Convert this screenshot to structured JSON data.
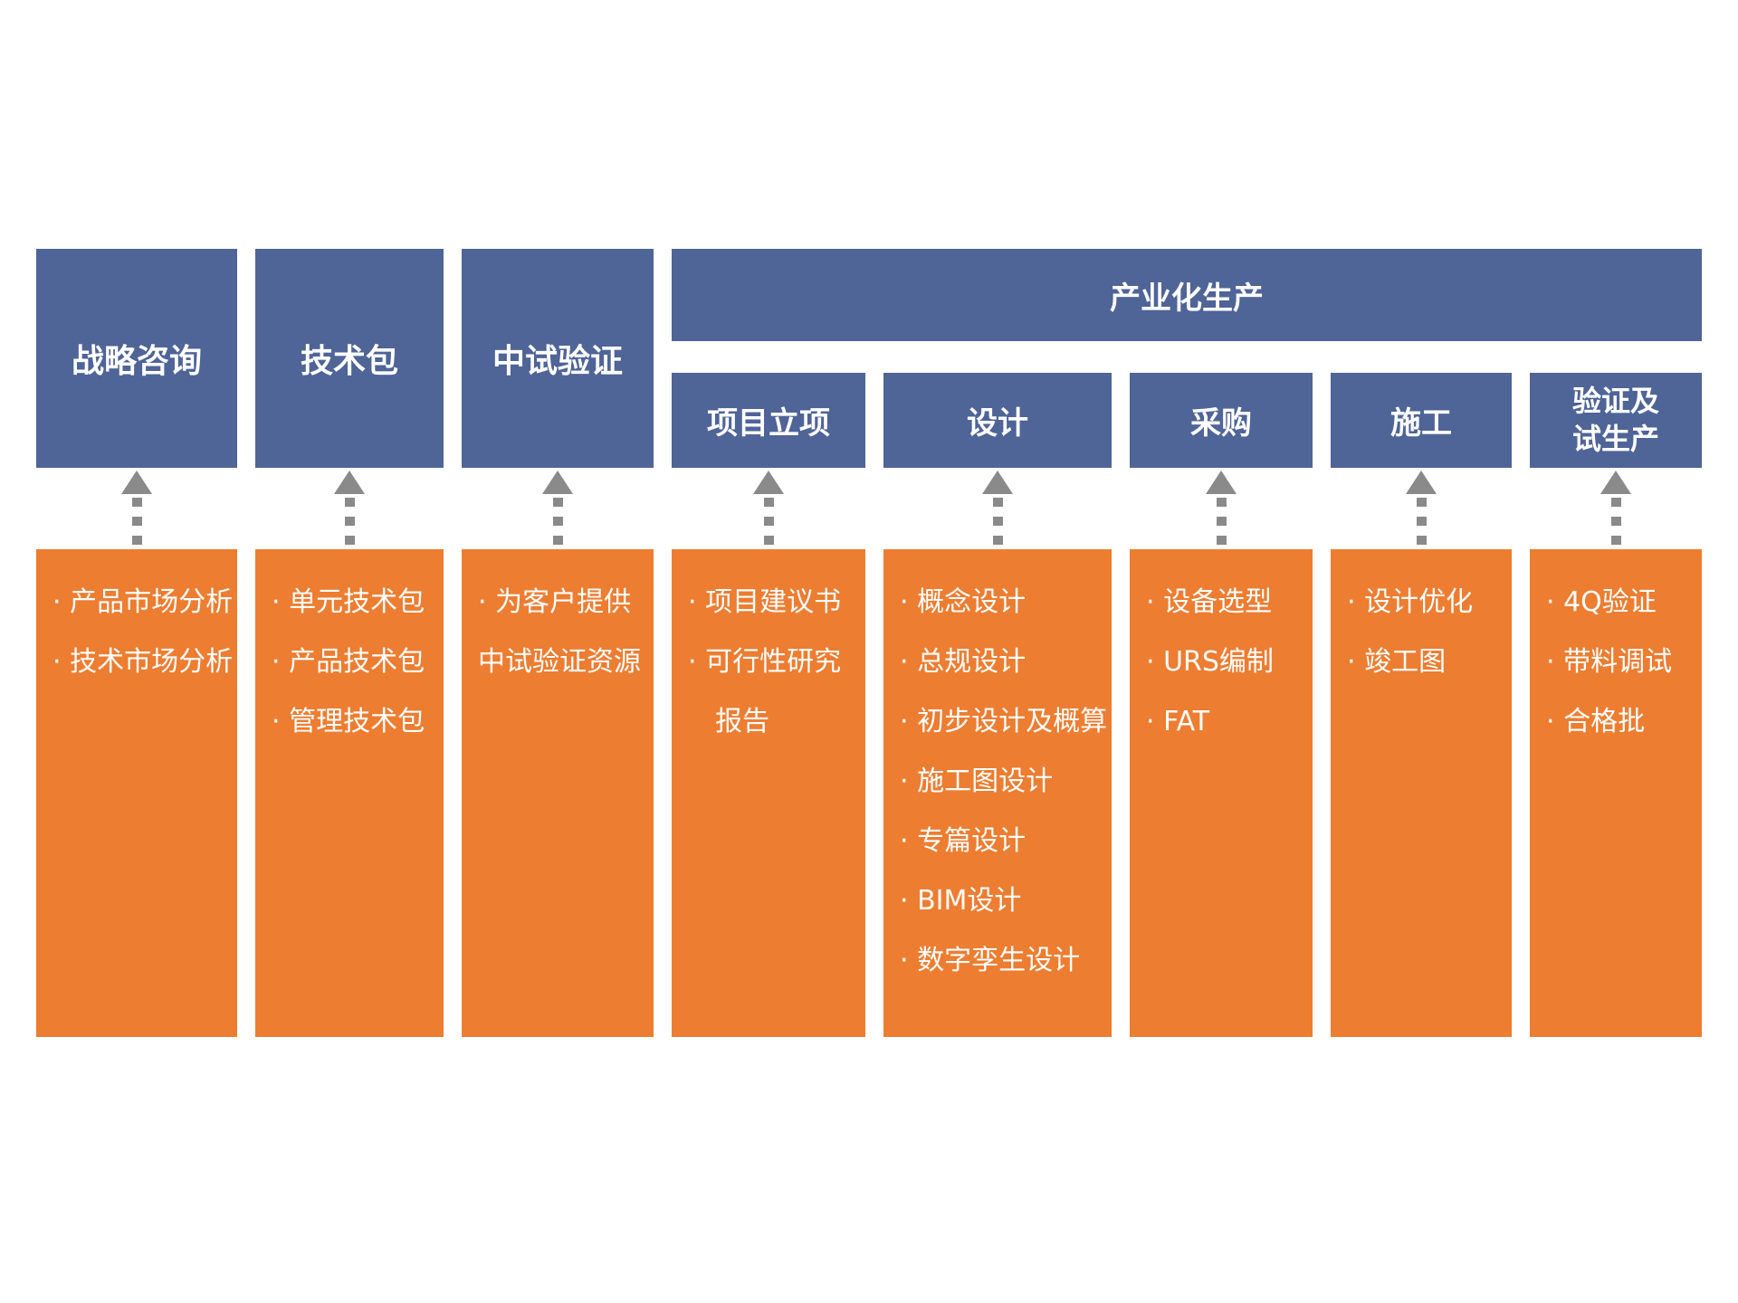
{
  "colors": {
    "header_blue": "#4F6497",
    "content_orange": "#ED7D31",
    "arrow_gray": "#8A8A8A",
    "text_white": "#FFFFFF",
    "background": "#FFFFFF"
  },
  "banner": {
    "label": "产业化生产"
  },
  "columns": [
    {
      "header": "战略咨询",
      "items": [
        "· 产品市场分析",
        "· 技术市场分析"
      ]
    },
    {
      "header": "技术包",
      "items": [
        "· 单元技术包",
        "· 产品技术包",
        "· 管理技术包"
      ]
    },
    {
      "header": "中试验证",
      "items": [
        "· 为客户提供",
        "中试验证资源"
      ]
    },
    {
      "header": "项目立项",
      "items": [
        "· 项目建议书",
        "· 可行性研究",
        "报告"
      ]
    },
    {
      "header": "设计",
      "items": [
        "· 概念设计",
        "· 总规设计",
        "· 初步设计及概算",
        "· 施工图设计",
        "· 专篇设计",
        "· BIM设计",
        "· 数字孪生设计"
      ]
    },
    {
      "header": "采购",
      "items": [
        "· 设备选型",
        "· URS编制",
        "· FAT"
      ]
    },
    {
      "header": "施工",
      "items": [
        "· 设计优化",
        "· 竣工图"
      ]
    },
    {
      "header": "验证及\n试生产",
      "items": [
        "· 4Q验证",
        "· 带料调试",
        "· 合格批"
      ]
    }
  ]
}
